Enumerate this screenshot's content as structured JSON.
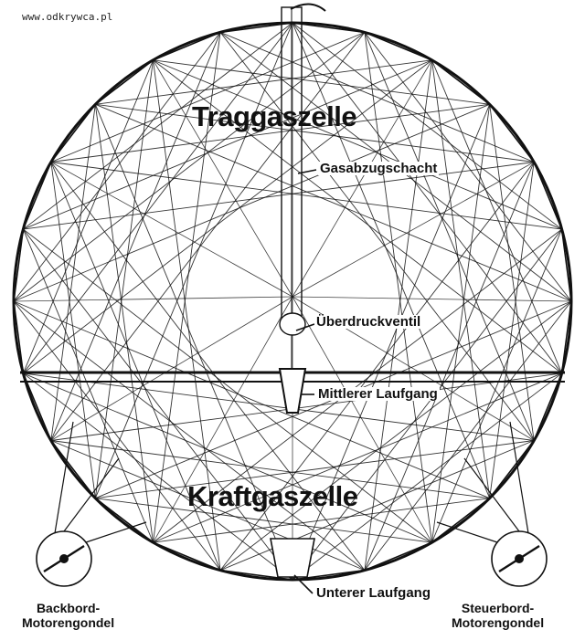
{
  "watermark": "www.odkrywca.pl",
  "labels": {
    "traggaszelle": "Traggaszelle",
    "gasabzugschacht": "Gasabzugschacht",
    "ueberdruckventil": "Überdruckventil",
    "mittlerer_laufgang": "Mittlerer Laufgang",
    "kraftgaszelle": "Kraftgaszelle",
    "unterer_laufgang": "Unterer Laufgang",
    "backbord_line1": "Backbord-",
    "backbord_line2": "Motorengondel",
    "steuerbord_line1": "Steuerbord-",
    "steuerbord_line2": "Motorengondel"
  },
  "colors": {
    "ink": "#111111",
    "paper": "#ffffff"
  }
}
